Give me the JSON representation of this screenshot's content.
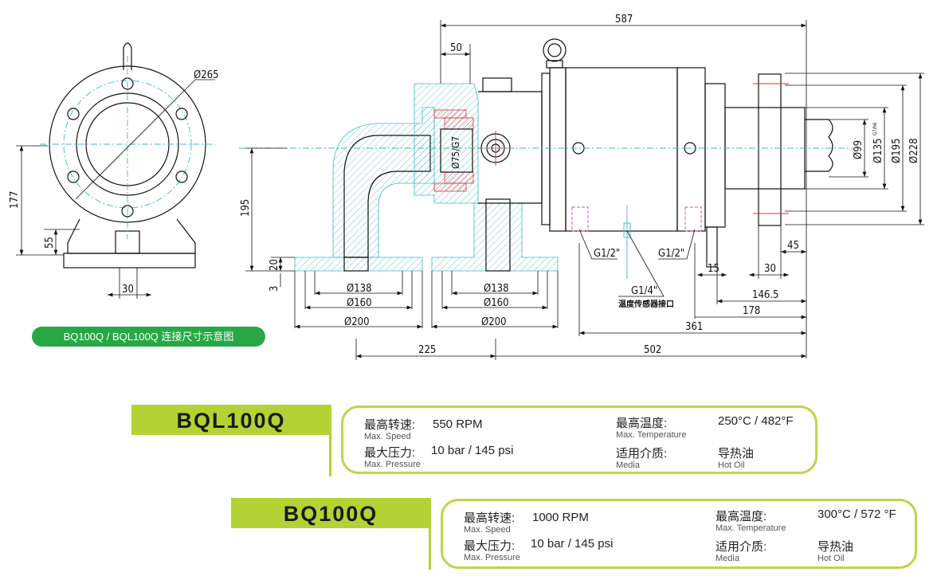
{
  "front_view": {
    "dims": {
      "d265": "Ø265",
      "h177": "177",
      "h55": "55",
      "w30": "30"
    }
  },
  "side_view": {
    "dims": {
      "total587": "587",
      "d50": "50",
      "h195": "195",
      "h20": "20",
      "h3": "3",
      "left_d138": "Ø138",
      "left_d160": "Ø160",
      "left_d200": "Ø200",
      "right_d138": "Ø138",
      "right_d160": "Ø160",
      "right_d200": "Ø200",
      "d225": "225",
      "d502": "502",
      "d361": "361",
      "d178": "178",
      "d146_5": "146.5",
      "d15": "15",
      "d30": "30",
      "d45": "45",
      "bore": "Ø75/G7",
      "d99": "Ø99",
      "d135": "Ø135",
      "d135_tol": "G7/h6",
      "d195": "Ø195",
      "d228": "Ø228"
    },
    "ports": {
      "g12_left": "G1/2\"",
      "g12_right": "G1/2\"",
      "g14": "G1/4\"",
      "sensor": "温度传感器接口"
    }
  },
  "badge": "BQ100Q / BQL100Q 连接尺寸示意图",
  "models": [
    {
      "name": "BQL100Q",
      "speed_zh": "最高转速:",
      "speed_en": "Max. Speed",
      "speed": "550 RPM",
      "temp_zh": "最高温度:",
      "temp_en": "Max. Temperature",
      "temp": "250°C / 482°F",
      "pressure_zh": "最大压力:",
      "pressure_en": "Max. Pressure",
      "pressure": "10 bar / 145 psi",
      "media_zh": "适用介质:",
      "media_en": "Media",
      "media_zh_val": "导热油",
      "media_en_val": "Hot Oil"
    },
    {
      "name": "BQ100Q",
      "speed_zh": "最高转速:",
      "speed_en": "Max. Speed",
      "speed": "1000 RPM",
      "temp_zh": "最高温度:",
      "temp_en": "Max. Temperature",
      "temp": "300°C / 572 °F",
      "pressure_zh": "最大压力:",
      "pressure_en": "Max. Pressure",
      "pressure": "10 bar / 145 psi",
      "media_zh": "适用介质:",
      "media_en": "Media",
      "media_zh_val": "导热油",
      "media_en_val": "Hot Oil"
    }
  ],
  "colors": {
    "accent_green": "#b4d234",
    "badge_green": "#27a845",
    "centerline_cyan": "#3fb8c8",
    "section_red": "#e03030"
  }
}
